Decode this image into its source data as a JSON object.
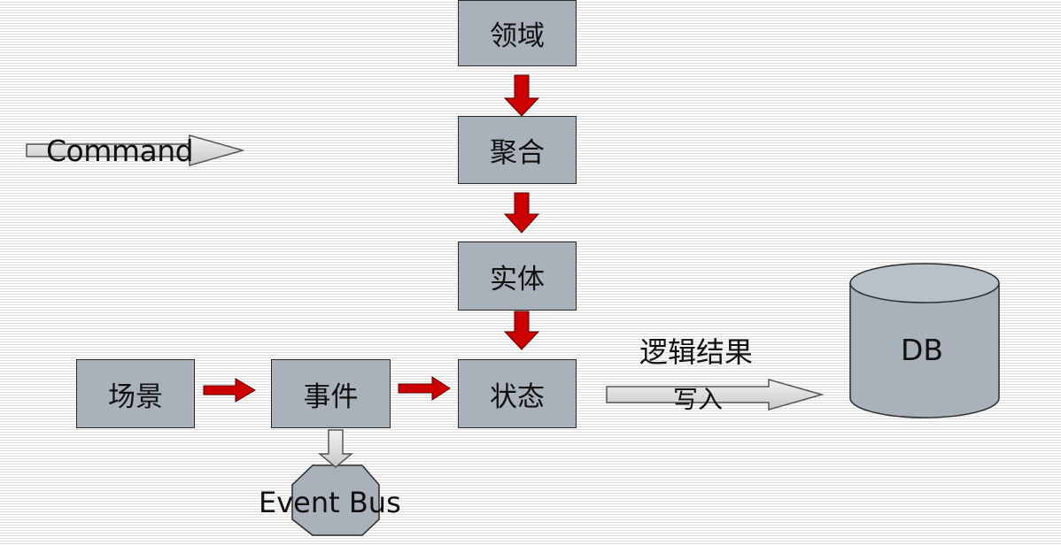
{
  "nodes": {
    "domain": "领域",
    "aggregate": "聚合",
    "entity": "实体",
    "state": "状态",
    "scene": "场景",
    "event": "事件"
  },
  "labels": {
    "command": "Command",
    "logic_result": "逻辑结果",
    "write_in": "写入",
    "event_bus": "Event Bus",
    "db": "DB"
  },
  "colors": {
    "node_fill": "#a9b1ba",
    "flow_arrow": "#cc0000",
    "outline_arrow_fill": "#dddddd"
  }
}
